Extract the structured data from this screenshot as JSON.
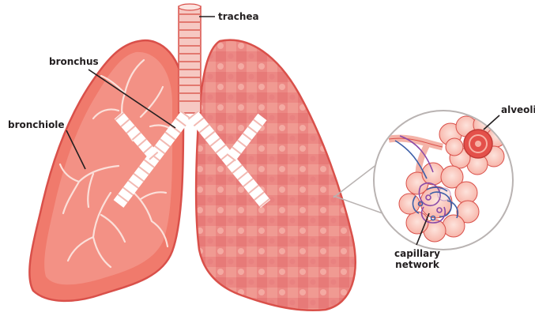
{
  "labels": {
    "trachea": "trachea",
    "bronchus": "bronchus",
    "bronchiole": "bronchiole",
    "alveoli": "alveoli",
    "capillary_line1": "capillary",
    "capillary_line2": "network"
  },
  "colors": {
    "lung_left": "#f07a6c",
    "lung_left_inner": "#f49a8e",
    "lung_right": "#ee8a84",
    "outline": "#d9504a",
    "trachea_ring": "#f6c8c2",
    "leader": "#231f20",
    "capillary_blue": "#3d5fa8",
    "capillary_purple": "#8a4aa8"
  }
}
